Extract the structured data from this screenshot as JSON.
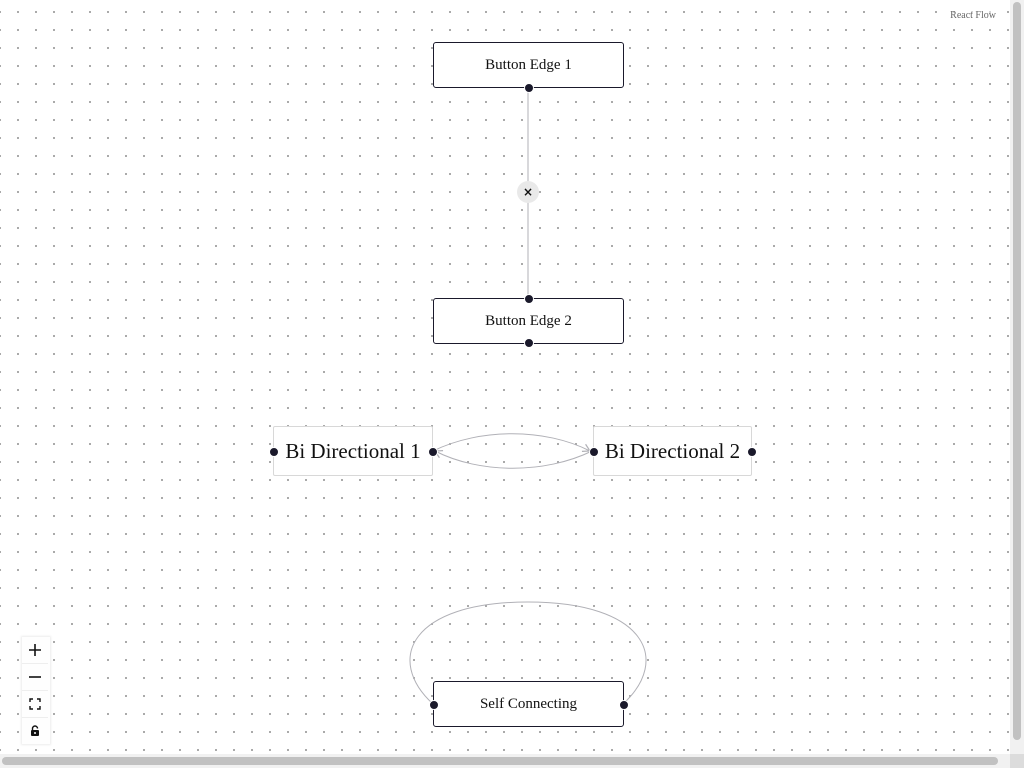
{
  "attribution": "React Flow",
  "nodes": {
    "button_edge_1": "Button Edge 1",
    "button_edge_2": "Button Edge 2",
    "bi_directional_1": "Bi Directional 1",
    "bi_directional_2": "Bi Directional 2",
    "self_connecting": "Self Connecting"
  },
  "edge_button": {
    "label": "×"
  },
  "controls": [
    "plus-icon",
    "minus-icon",
    "fit-view-icon",
    "lock-icon"
  ],
  "colors": {
    "handle": "#1a192b",
    "edge": "#b1b1b7",
    "edge_button_bg": "#e9e9e9"
  }
}
